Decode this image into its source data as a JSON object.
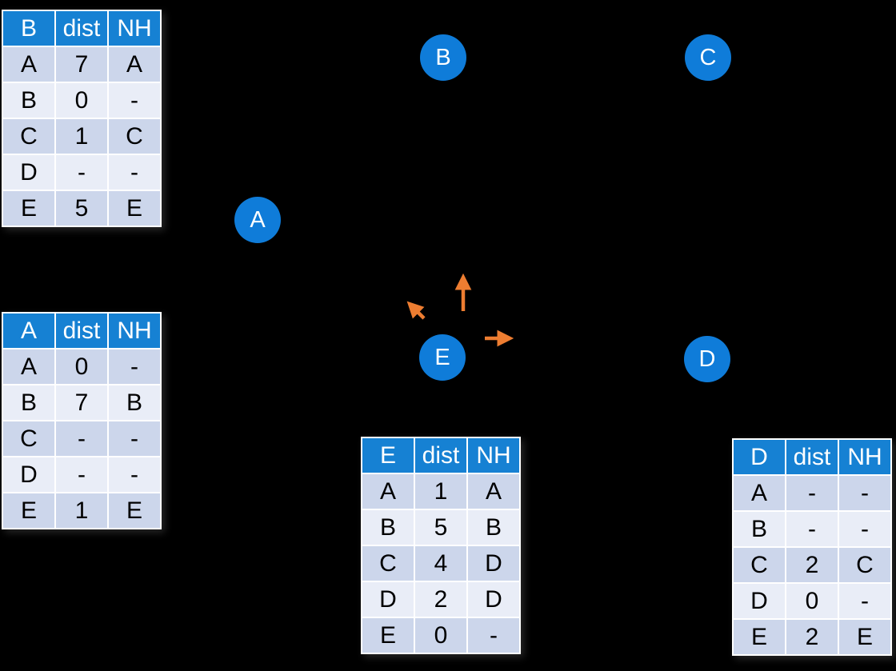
{
  "background": "#000000",
  "colors": {
    "background": "#000000",
    "node_fill": "#0f7cd9",
    "node_text": "#ffffff",
    "table_header_bg": "#1681d3",
    "table_header_text": "#ffffff",
    "row_dark": "#ccd6eb",
    "row_light": "#e9edf7",
    "cell_text": "#000000",
    "table_border": "#ffffff",
    "arrow": "#ed7d31"
  },
  "graph": {
    "nodes": [
      {
        "id": "A",
        "label": "A"
      },
      {
        "id": "B",
        "label": "B"
      },
      {
        "id": "C",
        "label": "C"
      },
      {
        "id": "D",
        "label": "D"
      },
      {
        "id": "E",
        "label": "E"
      }
    ],
    "arrows": [
      {
        "from": "E",
        "direction": "up"
      },
      {
        "from": "E",
        "direction": "up-left"
      },
      {
        "from": "E",
        "direction": "right"
      }
    ]
  },
  "tables": [
    {
      "title": "B",
      "header": [
        "B",
        "dist",
        "NH"
      ],
      "rows": [
        [
          "A",
          "7",
          "A"
        ],
        [
          "B",
          "0",
          "-"
        ],
        [
          "C",
          "1",
          "C"
        ],
        [
          "D",
          "-",
          "-"
        ],
        [
          "E",
          "5",
          "E"
        ]
      ]
    },
    {
      "title": "A",
      "header": [
        "A",
        "dist",
        "NH"
      ],
      "rows": [
        [
          "A",
          "0",
          "-"
        ],
        [
          "B",
          "7",
          "B"
        ],
        [
          "C",
          "-",
          "-"
        ],
        [
          "D",
          "-",
          "-"
        ],
        [
          "E",
          "1",
          "E"
        ]
      ]
    },
    {
      "title": "E",
      "header": [
        "E",
        "dist",
        "NH"
      ],
      "rows": [
        [
          "A",
          "1",
          "A"
        ],
        [
          "B",
          "5",
          "B"
        ],
        [
          "C",
          "4",
          "D"
        ],
        [
          "D",
          "2",
          "D"
        ],
        [
          "E",
          "0",
          "-"
        ]
      ]
    },
    {
      "title": "D",
      "header": [
        "D",
        "dist",
        "NH"
      ],
      "rows": [
        [
          "A",
          "-",
          "-"
        ],
        [
          "B",
          "-",
          "-"
        ],
        [
          "C",
          "2",
          "C"
        ],
        [
          "D",
          "0",
          "-"
        ],
        [
          "E",
          "2",
          "E"
        ]
      ]
    }
  ]
}
